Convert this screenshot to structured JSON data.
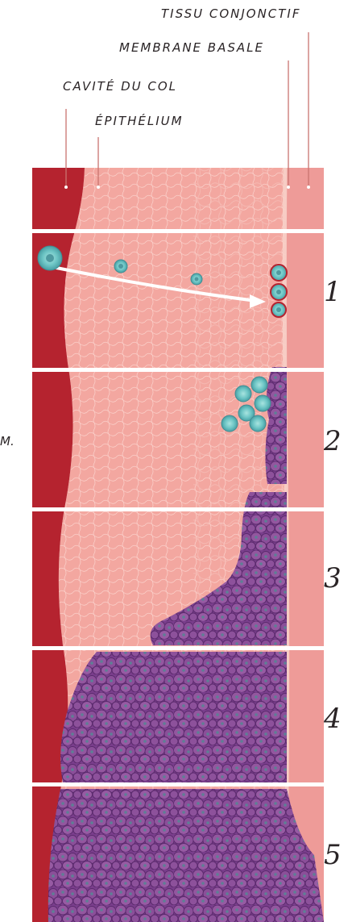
{
  "labels": {
    "connective_tissue": "TISSU CONJONCTIF",
    "basement_membrane": "MEMBRANE BASALE",
    "cervix_cavity": "CAVITÉ DU COL",
    "epithelium": "ÉPITHÉLIUM",
    "cut_text": "M."
  },
  "stages": [
    "1",
    "2",
    "3",
    "4",
    "5"
  ],
  "colors": {
    "cavity": "#b5232f",
    "epithelium": "#f3a7a0",
    "connective": "#ee9b98",
    "membrane": "#f7d0c8",
    "cancer": "#7c3f8f",
    "healthy_cell": "#6bc4c4",
    "divider": "#ffffff"
  }
}
